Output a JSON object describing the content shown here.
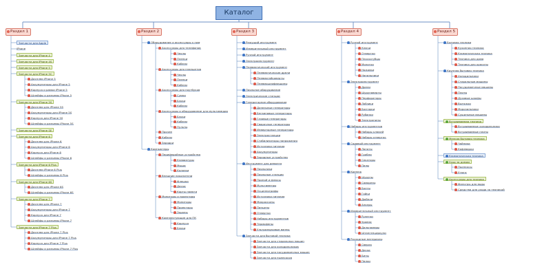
{
  "root": {
    "label": "Каталог"
  },
  "sections": [
    {
      "label": "Раздел 1",
      "groups": [
        {
          "label": "Запчасти для Apple",
          "kind": "blue",
          "items": []
        },
        {
          "label": "iPhone",
          "kind": "plain",
          "items": []
        },
        {
          "label": "Запчасти для iPhone 4",
          "kind": "green",
          "items": []
        },
        {
          "label": "Запчасти для iPhone 4S",
          "kind": "green",
          "items": []
        },
        {
          "label": "Запчасти для iPhone 5",
          "kind": "green",
          "items": []
        },
        {
          "label": "Запчасти для iPhone 5C",
          "kind": "green",
          "items": [
            "Дисплеи iPhone 5",
            "Аккумуляторы для iPhone 5",
            "Корпуса и рамки iPhone 5",
            "Шлейфы и разъемы iPhone 5"
          ]
        },
        {
          "label": "Запчасти для iPhone 5S",
          "kind": "green",
          "items": [
            "Дисплеи для iPhone 5S",
            "Аккумуляторы для iPhone 5S",
            "Корпуса для iPhone 5S",
            "Шлейфы и разъемы iPhone 5S"
          ]
        },
        {
          "label": "Запчасти для iPhone SE",
          "kind": "green",
          "items": []
        },
        {
          "label": "Запчасти для iPhone 6",
          "kind": "green",
          "items": [
            "Дисплеи для iPhone 6",
            "Аккумуляторы для iPhone 6",
            "Корпуса для iPhone 6",
            "Шлейфы и разъемы iPhone 6"
          ]
        },
        {
          "label": "Запчасти для iPhone 6 Plus",
          "kind": "green",
          "items": [
            "Дисплеи iPhone 6 Plus",
            "Шлейфы и разъемы 6 Plus"
          ]
        },
        {
          "label": "Запчасти для iPhone 6S",
          "kind": "green",
          "items": [
            "Дисплеи для iPhone 6S",
            "Шлейфы и разъемы iPhone 6S"
          ]
        },
        {
          "label": "Запчасти для iPhone 7",
          "kind": "green",
          "items": [
            "Дисплеи для iPhone 7",
            "Аккумуляторы для iPhone 7",
            "Корпуса для iPhone 7",
            "Шлейфы и разъемы iPhone 7"
          ]
        },
        {
          "label": "Запчасти для iPhone 7 Plus",
          "kind": "green",
          "items": [
            "Дисплеи для iPhone 7 Plus",
            "Аккумуляторы для iPhone 7 Plus",
            "Корпуса для iPhone 7 Plus",
            "Шлейфы и разъемы iPhone 7 Plus"
          ]
        }
      ]
    },
    {
      "label": "Раздел 2",
      "groups": [
        {
          "label": "Оборудование и аксессуары к ним",
          "kind": "plain",
          "items": [],
          "subs": [
            {
              "label": "Аксессуары для телефонов",
              "leaves": [
                "Чехлы",
                "Пленки",
                "Кабели"
              ]
            },
            {
              "label": "Аксессуары для планшетов",
              "leaves": [
                "Чехлы",
                "Пленки",
                "Кабели"
              ]
            },
            {
              "label": "Аксессуары для ноутбуков",
              "leaves": [
                "Сумки",
                "Блоки",
                "Кабели"
              ]
            },
            {
              "label": "Аксессуары и оборудование для мультимедиа",
              "leaves": [
                "Блоки",
                "Кабели",
                "Пульты"
              ]
            },
            {
              "label": "Прочее",
              "leaves": []
            },
            {
              "label": "Кабели",
              "leaves": []
            },
            {
              "label": "Зарядки",
              "leaves": []
            }
          ]
        },
        {
          "label": "Компьютеры",
          "kind": "plain",
          "items": [],
          "subs": [
            {
              "label": "Периферийные устройства",
              "leaves": [
                "Клавиатуры",
                "Мыши",
                "Колонки"
              ]
            },
            {
              "label": "Внешние накопители",
              "leaves": [
                "Флешки",
                "Диски",
                "Карты памяти"
              ]
            },
            {
              "label": "Мониторы и проекторы",
              "leaves": [
                "Мониторы",
                "Проекторы",
                "Экраны"
              ]
            },
            {
              "label": "Комплектующие для ПК",
              "leaves": [
                "Корпуса",
                "Блоки"
              ]
            }
          ]
        }
      ]
    },
    {
      "label": "Раздел 3",
      "groups": [
        {
          "label": "Режущий инструмент",
          "kind": "plain",
          "items": []
        },
        {
          "label": "Измерительный инструмент",
          "kind": "plain",
          "items": []
        },
        {
          "label": "Ручной инструмент",
          "kind": "plain",
          "items": []
        },
        {
          "label": "Электроинструмент",
          "kind": "plain",
          "items": []
        },
        {
          "label": "Пневматический инструмент",
          "kind": "plain",
          "items": [
            "Пневматические дрели",
            "Пневмогайковерты",
            "Пневмошлифмашины"
          ]
        },
        {
          "label": "Паяльное оборудование",
          "kind": "plain",
          "items": []
        },
        {
          "label": "Электрические станции",
          "kind": "plain",
          "items": []
        },
        {
          "label": "Генераторное оборудование",
          "kind": "plain",
          "items": [
            "Дизельные генераторы",
            "Бензиновые генераторы",
            "Газовые генераторы",
            "Сварочные генераторы",
            "Инверторные генераторы",
            "Электростанции",
            "Стабилизаторы напряжения",
            "Источники питания",
            "Аккумуляторы",
            "Зарядные устройства"
          ]
        },
        {
          "label": "Инструмент для ремонта",
          "kind": "plain",
          "items": [
            "Паяльники",
            "Паяльные станции",
            "Припой и флюсы",
            "Мультиметры",
            "Осциллографы",
            "Источники питания",
            "Микроскопы",
            "Пинцеты",
            "Отвертки",
            "Наборы инструментов",
            "Термофены",
            "Ультразвуковые ванны"
          ]
        },
        {
          "label": "Запчасти для бытовой техники",
          "kind": "plain",
          "items": [
            "Запчасти для стиральных машин",
            "Запчасти для холодильников",
            "Запчасти для посудомоечных машин",
            "Запчасти для пылесосов"
          ]
        }
      ]
    },
    {
      "label": "Раздел 4",
      "groups": [
        {
          "label": "Ручной инструмент",
          "kind": "plain",
          "items": [
            "Ключи",
            "Отвертки",
            "Плоскогубцы",
            "Молотки",
            "Ножовки",
            "Напильники"
          ]
        },
        {
          "label": "Электроинструмент",
          "kind": "plain",
          "items": [
            "Дрели",
            "Шуруповерты",
            "Перфораторы",
            "Лобзики",
            "Болгарки",
            "Рубанки",
            "Электропилы"
          ]
        },
        {
          "label": "Наборы инструментов",
          "kind": "plain",
          "items": [
            "Наборы ключей",
            "Наборы отверток"
          ]
        },
        {
          "label": "Садовый инструмент",
          "kind": "plain",
          "items": [
            "Лопаты",
            "Грабли",
            "Секаторы",
            "Пилы"
          ]
        },
        {
          "label": "Крепеж",
          "kind": "plain",
          "items": [
            "Шурупы",
            "Саморезы",
            "Болты",
            "Гайки",
            "Дюбели",
            "Анкеры"
          ]
        },
        {
          "label": "Измерительный инструмент",
          "kind": "plain",
          "items": [
            "Рулетки",
            "Уровни",
            "Дальномеры",
            "Штангенциркули"
          ]
        },
        {
          "label": "Расходные материалы",
          "kind": "plain",
          "items": [
            "Сверла",
            "Диски",
            "Биты",
            "Пилки"
          ]
        }
      ]
    },
    {
      "label": "Раздел 5",
      "groups": [
        {
          "label": "Бытовая техника",
          "kind": "plain",
          "items": [
            "Кухонная техника",
            "Климатическая техника",
            "Техника для дома",
            "Техника для красоты"
          ]
        },
        {
          "label": "Крупная бытовая техника",
          "kind": "plain",
          "items": [
            "Холодильники",
            "Стиральные машины",
            "Посудомоечные машины",
            "Плиты",
            "Духовые шкафы",
            "Вытяжки",
            "Морозильники",
            "Сушильные машины"
          ]
        },
        {
          "label": "Встраиваемая техника",
          "kind": "green",
          "items": [
            "Встраиваемые холодильники",
            "Встраиваемые плиты"
          ]
        },
        {
          "label": "Мелкая бытовая техника",
          "kind": "green",
          "items": [
            "Чайники",
            "Кофеварки"
          ]
        },
        {
          "label": "Климатическая техника",
          "kind": "blue",
          "items": []
        },
        {
          "label": "Уход за домом",
          "kind": "green",
          "items": [
            "Пылесосы",
            "Утюги"
          ]
        },
        {
          "label": "Аксессуары для техники",
          "kind": "green",
          "items": [
            "Фильтры для воды",
            "Средства для ухода за техникой"
          ]
        }
      ]
    }
  ]
}
